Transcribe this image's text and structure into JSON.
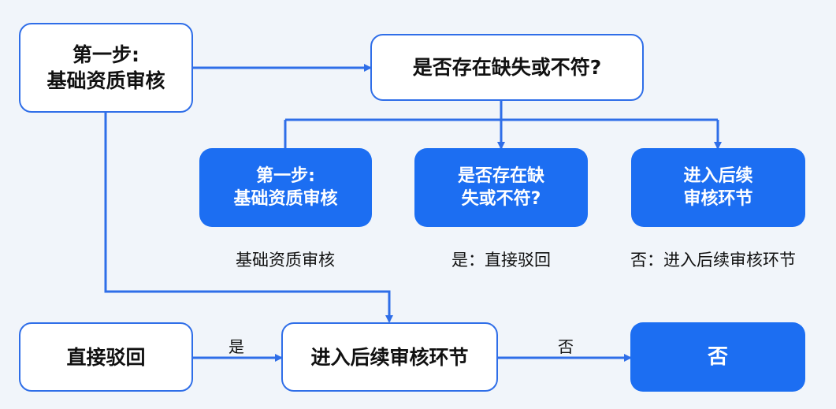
{
  "diagram": {
    "nodes": {
      "start": "第一步:\n基础资质审核",
      "question": "是否存在缺失或不符?",
      "branch1": "第一步:\n基础资质审核",
      "branch2": "是否存在缺\n失或不符?",
      "branch3": "进入后续\n审核环节",
      "reject": "直接驳回",
      "next": "进入后续审核环节",
      "no_box": "否"
    },
    "captions": {
      "branch1": "基础资质审核",
      "branch2": "是：直接驳回",
      "branch3": "否：进入后续审核环节"
    },
    "edge_labels": {
      "yes": "是",
      "no": "否"
    },
    "colors": {
      "accent": "#2f6ee8",
      "filled": "#1c6ef2",
      "background": "#f1f5fa"
    }
  }
}
